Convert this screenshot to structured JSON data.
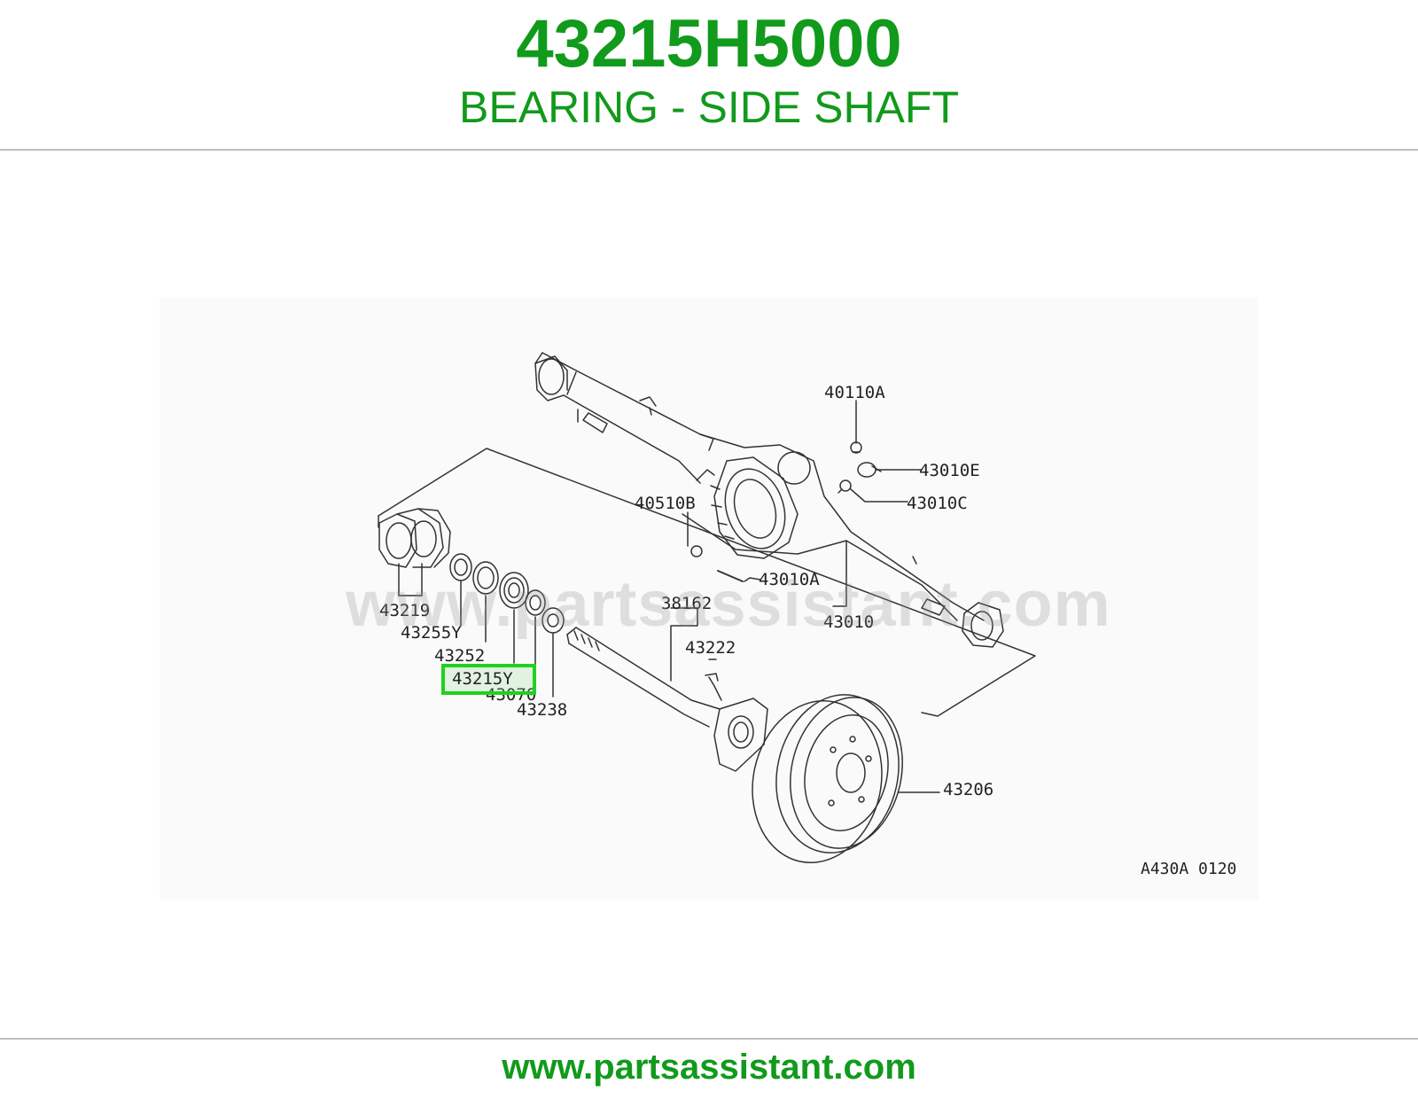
{
  "header": {
    "part_number": "43215H5000",
    "part_name": "BEARING - SIDE SHAFT"
  },
  "diagram": {
    "callouts": {
      "c40110A": "40110A",
      "c43010E": "43010E",
      "c43010C": "43010C",
      "c40510B": "40510B",
      "c43010A": "43010A",
      "c43010": "43010",
      "c38162": "38162",
      "c43222": "43222",
      "c43219": "43219",
      "c43255Y": "43255Y",
      "c43252": "43252",
      "c43215Y": "43215Y",
      "c43070": "43070",
      "c43238": "43238",
      "c43206": "43206"
    },
    "figure_code": "A430A 0120",
    "highlighted_part": "43215Y",
    "highlight_color": "#1fd11f"
  },
  "watermark": "www.partsassistant.com",
  "footer": {
    "url": "www.partsassistant.com"
  },
  "colors": {
    "brand_green": "#119a1b",
    "rule_gray": "#bdbdbd"
  }
}
